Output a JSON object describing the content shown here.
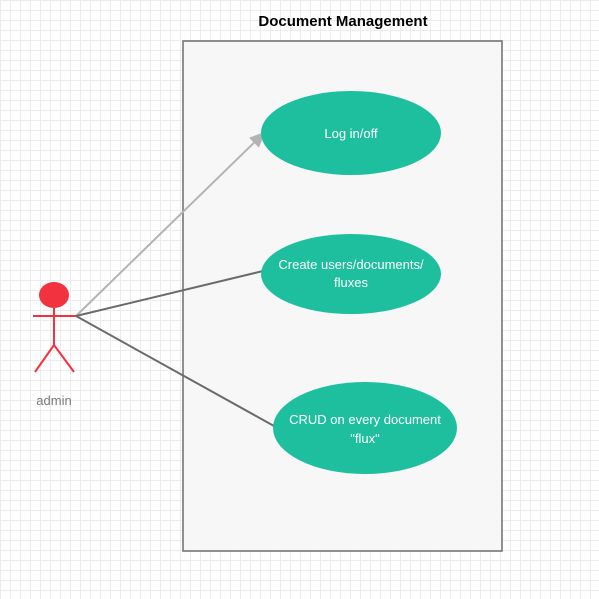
{
  "system": {
    "title": "Document Management"
  },
  "actor": {
    "label": "admin",
    "color": "#f2333f"
  },
  "use_cases": [
    {
      "line1": "Log in/off",
      "line2": ""
    },
    {
      "line1": "Create users/documents/",
      "line2": "fluxes"
    },
    {
      "line1": "CRUD on every document",
      "line2": "\"flux\""
    }
  ],
  "colors": {
    "use_case_fill": "#1dbf9e",
    "system_border": "#6d6d6d",
    "system_fill": "#f6f7f6",
    "association": "#6b6b6b",
    "arrow": "#b3b3b3"
  }
}
